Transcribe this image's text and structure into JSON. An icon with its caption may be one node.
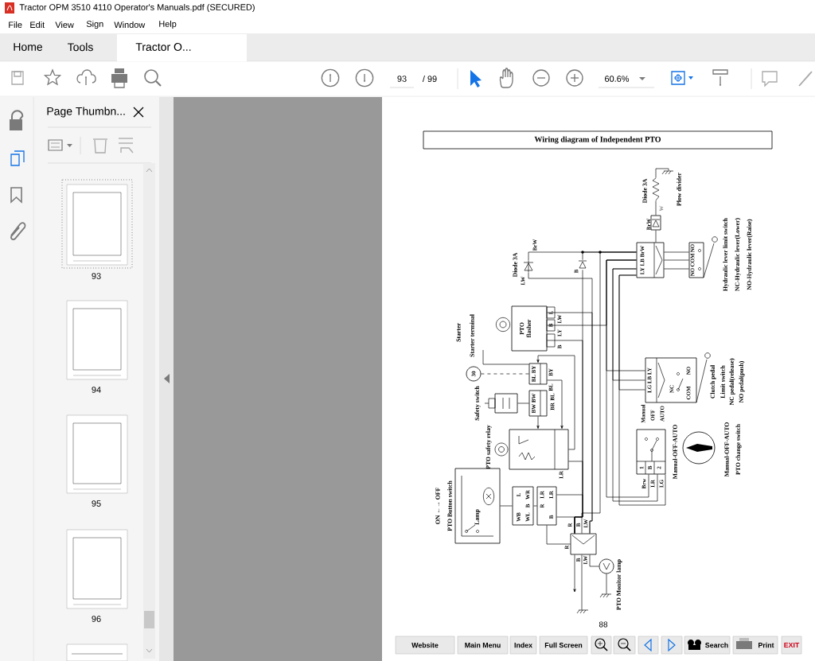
{
  "diagram": {
    "nodes": [
      {
        "text": [
          "Wiring diagram of Independent PTO"
        ]
      },
      {
        "text": [
          "Diode 3A"
        ]
      },
      {
        "text": [
          "Diode 3A"
        ]
      },
      {
        "text": [
          "Plow divider"
        ]
      },
      {
        "text": [
          "NO",
          "COM",
          "NO",
          "Hydraulic lever limit switch",
          "NC-Hydraulic lever(Lower)",
          "NO-Hydraulic lever(Raise)"
        ]
      },
      {
        "text": [
          "PTO flasher",
          "L",
          "B"
        ]
      },
      {
        "text": [
          "30"
        ]
      },
      {
        "text": [
          "Safety switch"
        ]
      },
      {
        "text": [
          "PTO safety relay"
        ]
      },
      {
        "text": [
          "LG LB LY",
          "NC",
          "NO",
          "COM",
          "Clutch pedal",
          "Limit switch",
          "NC pedal(release)",
          "NO pedal(push)"
        ]
      },
      {
        "text": [
          "Manual",
          "OFF",
          "AUTO",
          "1",
          "B",
          "2",
          "Manual-OFF-AUTO"
        ],
        "beside": [
          "Brw",
          "LR",
          "LG"
        ]
      },
      {
        "text": [
          "Manual-OFF-AUTO",
          "PTO change switch"
        ]
      },
      {
        "text": [
          "ON ←→ OFF",
          "PTO Button switch"
        ]
      },
      {
        "text": [
          "Lamp"
        ],
        "in": 12
      },
      {
        "text": [
          "PTO Monitor lamp"
        ]
      },
      {
        "text": [
          "BL BY"
        ]
      },
      {
        "text": [
          "BW BW"
        ]
      },
      {
        "text": [
          "L",
          "WR",
          "B",
          "WB",
          "WL"
        ]
      },
      {
        "text": [
          "LR",
          "LR",
          "R",
          "B"
        ]
      },
      {
        "text": [],
        "shape": "box"
      },
      {
        "text": [
          "LY LB BrW"
        ]
      },
      {
        "text": [],
        "shape": "ground"
      },
      {
        "text": [],
        "shape": "ground"
      },
      {
        "text": [],
        "shape": "ground"
      },
      {
        "text": [],
        "shape": "diode"
      }
    ],
    "edges": [
      {
        "from": 1,
        "to": 20,
        "arrow": "none"
      },
      {
        "from": 2,
        "to": 20,
        "arrow": "none"
      },
      {
        "from": 3,
        "to": 2,
        "arrow": "none"
      },
      {
        "from": 20,
        "to": 4,
        "arrow": "none"
      },
      {
        "from": 6,
        "to": 15,
        "arrow": "none",
        "style": "dashed"
      },
      {
        "from": 7,
        "to": 16,
        "arrow": "none"
      },
      {
        "from": 15,
        "to": 8,
        "arrow": "to"
      },
      {
        "from": 16,
        "to": 8,
        "arrow": "to"
      },
      {
        "from": 8,
        "to": 15,
        "arrow": "to"
      },
      {
        "from": 12,
        "to": 17,
        "arrow": "none"
      },
      {
        "from": 17,
        "to": 18,
        "arrow": "none"
      },
      {
        "from": 18,
        "to": 19,
        "arrow": "none"
      },
      {
        "from": 19,
        "to": 14,
        "arrow": "none"
      },
      {
        "from": 20,
        "to": 24,
        "arrow": "none"
      },
      {
        "from": 1,
        "to": 19,
        "arrow": "none"
      },
      {
        "from": 20,
        "to": 19,
        "arrow": "none"
      },
      {
        "from": 20,
        "to": 10,
        "arrow": "none"
      },
      {
        "from": 20,
        "to": 10,
        "arrow": "none"
      },
      {
        "from": 20,
        "to": 10,
        "arrow": "none"
      },
      {
        "from": 5,
        "to": 19,
        "arrow": "none"
      },
      {
        "from": 5,
        "to": 20,
        "arrow": "none"
      },
      {
        "from": 5,
        "to": 19,
        "arrow": "none"
      },
      {
        "from": 9,
        "to": 20,
        "arrow": "none"
      },
      {
        "from": 9,
        "to": 20,
        "arrow": "none"
      },
      {
        "from": 9,
        "to": 20,
        "arrow": "none"
      },
      {
        "from": 8,
        "to": 19,
        "arrow": "none"
      },
      {
        "from": 18,
        "to": 19,
        "arrow": "none"
      },
      {
        "from": 18,
        "to": 19,
        "arrow": "none"
      },
      {
        "from": 20,
        "to": 4,
        "arrow": "none"
      },
      {
        "from": 20,
        "to": 4,
        "arrow": "none"
      },
      {
        "from": null,
        "to": 15,
        "arrow": "none"
      },
      {
        "from": 19,
        "to": 22,
        "arrow": "none"
      },
      {
        "from": 19,
        "to": null,
        "arrow": "to"
      },
      {
        "from": 14,
        "to": 23,
        "arrow": "none"
      },
      {
        "from": 3,
        "to": 21,
        "arrow": "none"
      },
      {
        "from": 24,
        "to": 19,
        "arrow": "none"
      }
    ],
    "labels": [
      "Tractor OPM 3510 4110 Operator's Manuals.pdf (SECURED)",
      "File",
      "Edit",
      "View",
      "Sign",
      "Window",
      "Help",
      "Home",
      "Tools",
      "Tractor O...",
      "93",
      "/ 99",
      "60.6%",
      "Page Thumbn...",
      "93",
      "94",
      "95",
      "96",
      "LW",
      "BrW",
      "B",
      "BrW",
      "W",
      "Starter terminal",
      "LW",
      "LY",
      "B",
      "BY",
      "BL",
      "BL",
      "BR",
      "LR",
      "R",
      "B",
      "LW",
      "R",
      "B",
      "LW",
      "88",
      "Website",
      "Main Menu",
      "Index",
      "Full Screen",
      "Search",
      "Print",
      "EXIT",
      "Starter"
    ]
  }
}
